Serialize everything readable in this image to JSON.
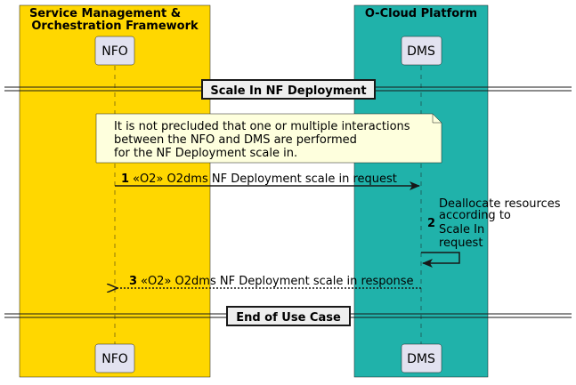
{
  "boxes": {
    "left": {
      "title_line1": "Service Management &",
      "title_line2": "Orchestration Framework",
      "color": "#FFD700"
    },
    "right": {
      "title": "O-Cloud Platform",
      "color": "#20B2AA"
    }
  },
  "participants": {
    "nfo": "NFO",
    "dms": "DMS"
  },
  "dividers": {
    "scale_in": "Scale In NF Deployment",
    "end": "End of Use Case"
  },
  "note": {
    "line1": "It is not precluded that one or multiple interactions",
    "line2": "between the NFO and DMS are performed",
    "line3": "for the NF Deployment scale in."
  },
  "messages": [
    {
      "number": "1",
      "text": "«O2» O2dms NF Deployment scale in request"
    },
    {
      "number": "2",
      "lines": [
        "Deallocate resources",
        "according to",
        "Scale In",
        "request"
      ]
    },
    {
      "number": "3",
      "text": "«O2» O2dms NF Deployment scale in response"
    }
  ],
  "colors": {
    "participant_fill": "#E2E2F0",
    "participant_stroke": "#181818",
    "note_fill": "#FEFFDD",
    "note_stroke": "#181818",
    "line": "#181818"
  }
}
